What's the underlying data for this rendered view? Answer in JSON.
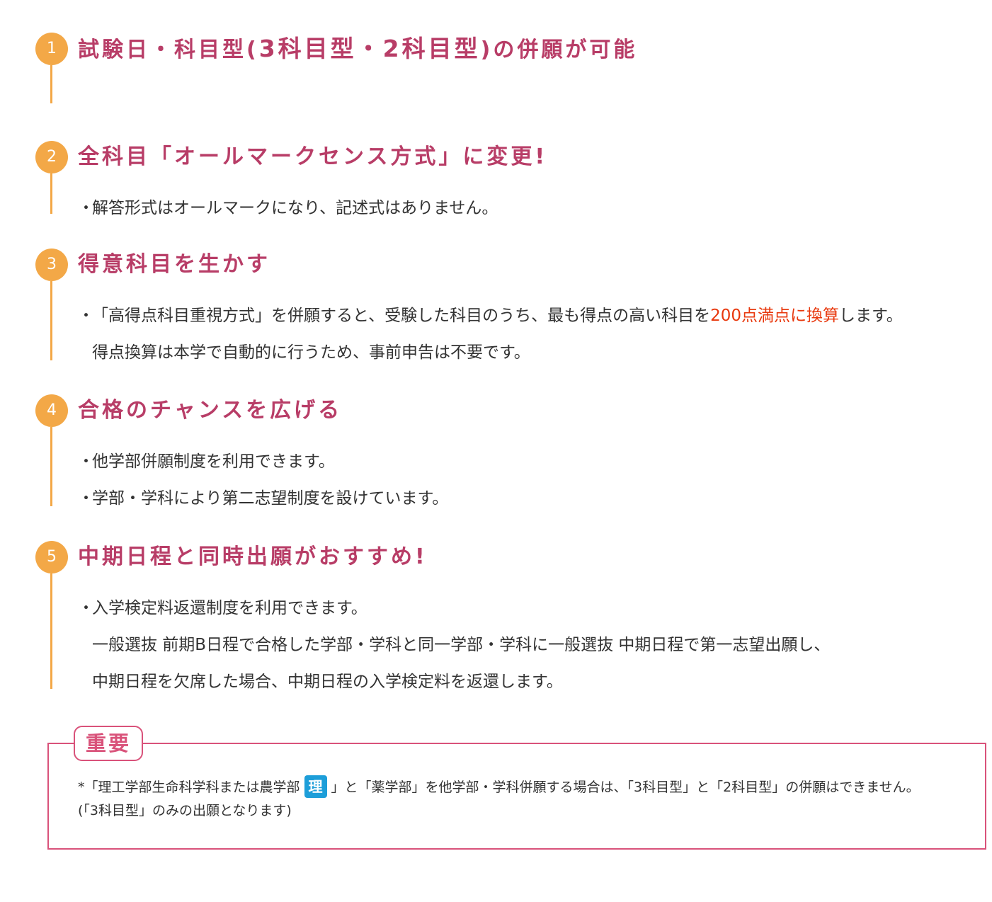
{
  "sections": [
    {
      "number": "1",
      "title_parts": [
        "試験日・科目型(",
        "3科目型・2科目型",
        ")の併願が可能"
      ],
      "lines": []
    },
    {
      "number": "2",
      "title": "全科目「オールマークセンス方式」に変更!",
      "lines": [
        {
          "bullet": "・",
          "text": "解答形式はオールマークになり、記述式はありません。"
        }
      ]
    },
    {
      "number": "3",
      "title": "得意科目を生かす",
      "lines": [
        {
          "bullet": "・",
          "pre": "「高得点科目重視方式」を併願すると、受験した科目のうち、最も得点の高い科目を",
          "highlight": "200点満点に換算",
          "post": "します。"
        },
        {
          "text": "得点換算は本学で自動的に行うため、事前申告は不要です。"
        }
      ]
    },
    {
      "number": "4",
      "title": "合格のチャンスを広げる",
      "lines": [
        {
          "bullet": "・",
          "text": "他学部併願制度を利用できます。"
        },
        {
          "bullet": "・",
          "text": "学部・学科により第二志望制度を設けています。"
        }
      ]
    },
    {
      "number": "5",
      "title": "中期日程と同時出願がおすすめ!",
      "lines": [
        {
          "bullet": "・",
          "text": "入学検定料返還制度を利用できます。"
        },
        {
          "text": "一般選抜 前期B日程で合格した学部・学科と同一学部・学科に一般選抜 中期日程で第一志望出願し、"
        },
        {
          "text": "中期日程を欠席した場合、中期日程の入学検定料を返還します。"
        }
      ]
    }
  ],
  "important": {
    "label": "重要",
    "note_line1_pre": "*「理工学部生命科学科または農学部",
    "badge": "理",
    "note_line1_post": "」と「薬学部」を他学部・学科併願する場合は、「3科目型」と「2科目型」の併願はできません。",
    "note_line2": "(「3科目型」のみの出願となります)"
  }
}
